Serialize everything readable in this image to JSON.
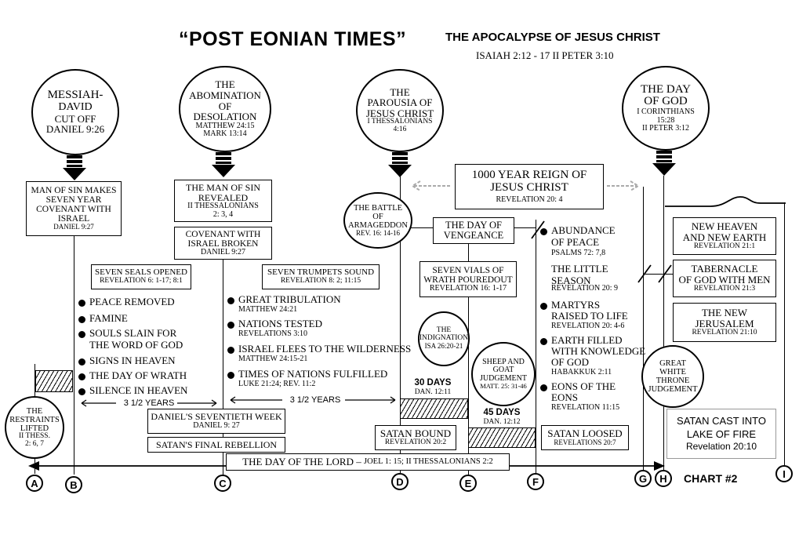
{
  "header": {
    "title": "“POST EONIAN TIMES”",
    "subtitle": "THE APOCALYPSE  OF JESUS CHRIST",
    "refs": "ISAIAH 2:12 - 17  II PETER 3:10"
  },
  "circles": {
    "messiah": {
      "l1": "MESSIAH-",
      "l2": "DAVID",
      "l3": "CUT OFF",
      "l4": "DANIEL 9:26"
    },
    "abomination": {
      "l1": "THE",
      "l2": "ABOMINATION",
      "l3": "OF",
      "l4": "DESOLATION",
      "l5": "MATTHEW 24:15",
      "l6": "MARK 13:14"
    },
    "parousia": {
      "l1": "THE",
      "l2": "PAROUSIA OF",
      "l3": "JESUS CHRIST",
      "l4": "I THESSALONIANS",
      "l5": "4:16"
    },
    "day_of_god": {
      "l1": "THE DAY",
      "l2": "OF GOD",
      "l3": "I CORINTHIANS",
      "l4": "15:28",
      "l5": "II PETER 3:12"
    },
    "armageddon": {
      "l1": "THE BATTLE",
      "l2": "OF",
      "l3": "ARMAGEDDON",
      "l4": "REV. 16: 14-16"
    },
    "indignation": {
      "l1": "THE",
      "l2": "INDIGNATION",
      "l3": "ISA 26:20-21"
    },
    "sheep_goat": {
      "l1": "SHEEP AND",
      "l2": "GOAT",
      "l3": "JUDGEMENT",
      "l4": "MATT. 25: 31-46"
    },
    "white_throne": {
      "l1": "GREAT",
      "l2": "WHITE",
      "l3": "THRONE",
      "l4": "JUDGEMENT"
    },
    "restraints": {
      "l1": "THE",
      "l2": "RESTRAINTS",
      "l3": "LIFTED",
      "l4": "II THESS.",
      "l5": "2: 6, 7"
    }
  },
  "boxes": {
    "man_of_sin_covenant": {
      "l1": "MAN OF SIN MAKES",
      "l2": "SEVEN YEAR",
      "l3": "COVENANT WITH",
      "l4": "ISRAEL",
      "ref": "DANIEL 9:27"
    },
    "man_of_sin_revealed": {
      "l1": "THE MAN OF SIN",
      "l2": "REVEALED",
      "ref1": "II THESSALONIANS",
      "ref2": "2: 3, 4"
    },
    "covenant_broken": {
      "l1": "COVENANT WITH",
      "l2": "ISRAEL BROKEN",
      "ref": "DANIEL 9:27"
    },
    "reign": {
      "l1": "1000 YEAR REIGN OF",
      "l2": "JESUS CHRIST",
      "ref": "REVELATION 20: 4"
    },
    "day_of_vengeance": {
      "l1": "THE DAY OF",
      "l2": "VENGEANCE"
    },
    "seven_seals": {
      "l1": "SEVEN SEALS OPENED",
      "ref": "REVELATION 6: 1-17; 8:1"
    },
    "seven_trumpets": {
      "l1": "SEVEN TRUMPETS SOUND",
      "ref": "REVELATION 8: 2; 11:15"
    },
    "seven_vials": {
      "l1": "SEVEN VIALS OF",
      "l2": "WRATH POUREDOUT",
      "ref": "REVELATION 16: 1-17"
    },
    "new_heaven": {
      "l1": "NEW HEAVEN",
      "l2": "AND NEW EARTH",
      "ref": "REVELATION 21:1"
    },
    "tabernacle": {
      "l1": "TABERNACLE",
      "l2": "OF GOD WITH MEN",
      "ref": "REVELATION 21:3"
    },
    "new_jerusalem": {
      "l1": "THE NEW",
      "l2": "JERUSALEM",
      "ref": "REVELATION 21:10"
    },
    "seventieth_week": {
      "l1": "DANIEL'S SEVENTIETH WEEK",
      "ref": "DANIEL 9: 27"
    },
    "final_rebellion": {
      "l1": "SATAN'S FINAL REBELLION"
    },
    "satan_bound": {
      "l1": "SATAN BOUND",
      "ref": "REVELATION 20:2"
    },
    "satan_loosed": {
      "l1": "SATAN LOOSED",
      "ref": "REVELATIONS 20:7"
    },
    "lake_of_fire": {
      "l1": "SATAN CAST INTO",
      "l2": "LAKE OF FIRE",
      "ref": "Revelation 20:10"
    },
    "day_of_lord": {
      "l1": "THE DAY OF THE LORD – ",
      "ref": "JOEL 1: 15; II THESSALONIANS 2:2"
    }
  },
  "seals_list": [
    {
      "text": "PEACE REMOVED"
    },
    {
      "text": "FAMINE"
    },
    {
      "text": "SOULS SLAIN FOR"
    },
    {
      "text": "THE WORD OF GOD"
    },
    {
      "text": "SIGNS IN HEAVEN"
    },
    {
      "text": "THE DAY OF WRATH"
    },
    {
      "text": "SILENCE IN HEAVEN"
    }
  ],
  "trumpets_list": [
    {
      "text": "GREAT TRIBULATION",
      "ref": "MATTHEW 24:21"
    },
    {
      "text": "NATIONS TESTED",
      "ref": "REVELATIONS 3:10"
    },
    {
      "text": "ISRAEL FLEES TO THE WILDERNESS",
      "ref": "MATTHEW 24:15-21"
    },
    {
      "text": "TIMES OF NATIONS FULFILLED",
      "ref": "LUKE 21:24; REV. 11:2"
    }
  ],
  "millennium_list": [
    {
      "l1": "ABUNDANCE",
      "l2": "OF PEACE",
      "ref": "PSALMS 72: 7,8"
    },
    {
      "l1": "THE LITTLE",
      "l2": "SEASON",
      "ref": "REVELATION 20: 9"
    },
    {
      "l1": "MARTYRS",
      "l2": "RAISED TO LIFE",
      "ref": "REVELATION 20: 4-6"
    },
    {
      "l1": "EARTH FILLED",
      "l2": "WITH KNOWLEDGE",
      "l3": "OF GOD",
      "ref": "HABAKKUK 2:11"
    },
    {
      "l1": "EONS OF THE",
      "l2": "EONS",
      "ref": "REVELATION 11:15"
    }
  ],
  "periods": {
    "half_years_1": "3 1/2 YEARS",
    "half_years_2": "3 1/2 YEARS",
    "thirty_days": "30 DAYS",
    "thirty_days_ref": "DAN. 12:11",
    "fortyfive_days": "45 DAYS",
    "fortyfive_days_ref": "DAN. 12:12"
  },
  "letters": [
    "A",
    "B",
    "C",
    "D",
    "E",
    "F",
    "G",
    "H",
    "I"
  ],
  "chart_label": "CHART #2"
}
